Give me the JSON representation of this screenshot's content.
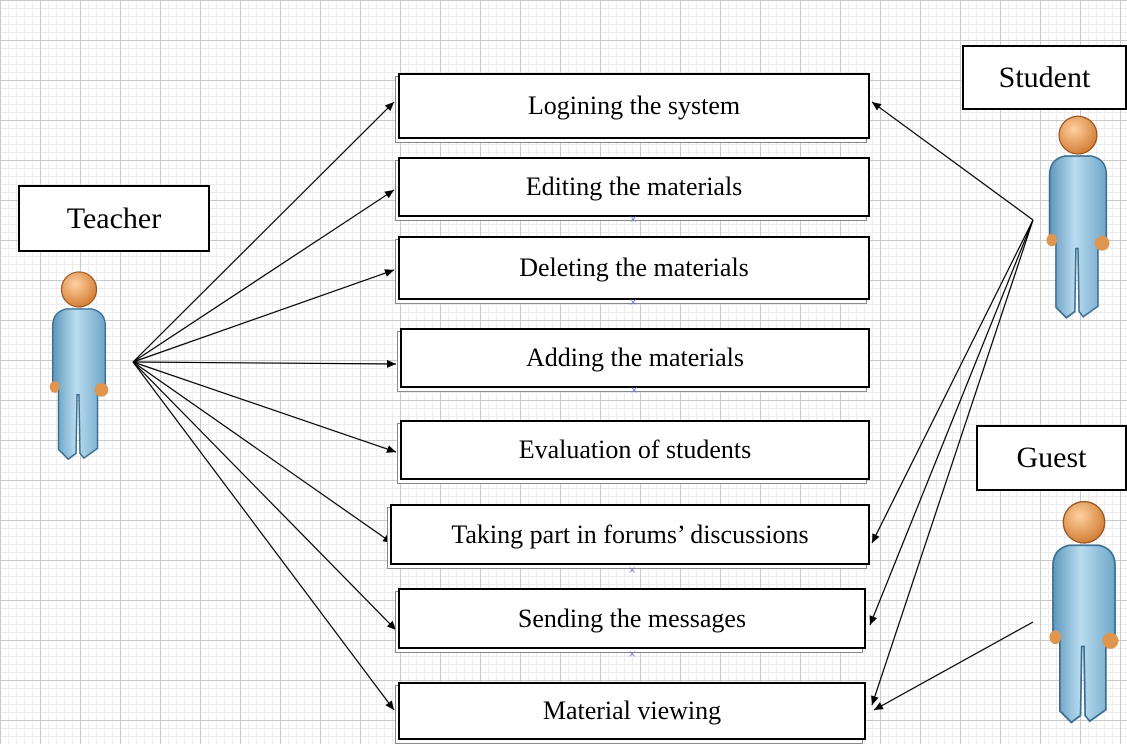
{
  "actors": {
    "teacher": "Teacher",
    "student": "Student",
    "guest": "Guest"
  },
  "use_cases": [
    "Logining the system",
    "Editing the materials",
    "Deleting the materials",
    "Adding the materials",
    "Evaluation of students",
    "Taking part in forums’ discussions",
    "Sending the messages",
    "Material viewing"
  ],
  "colors": {
    "figure_body": "#8fbfd9",
    "figure_head": "#e8a060",
    "connection_mark": "#6a7fd8"
  }
}
